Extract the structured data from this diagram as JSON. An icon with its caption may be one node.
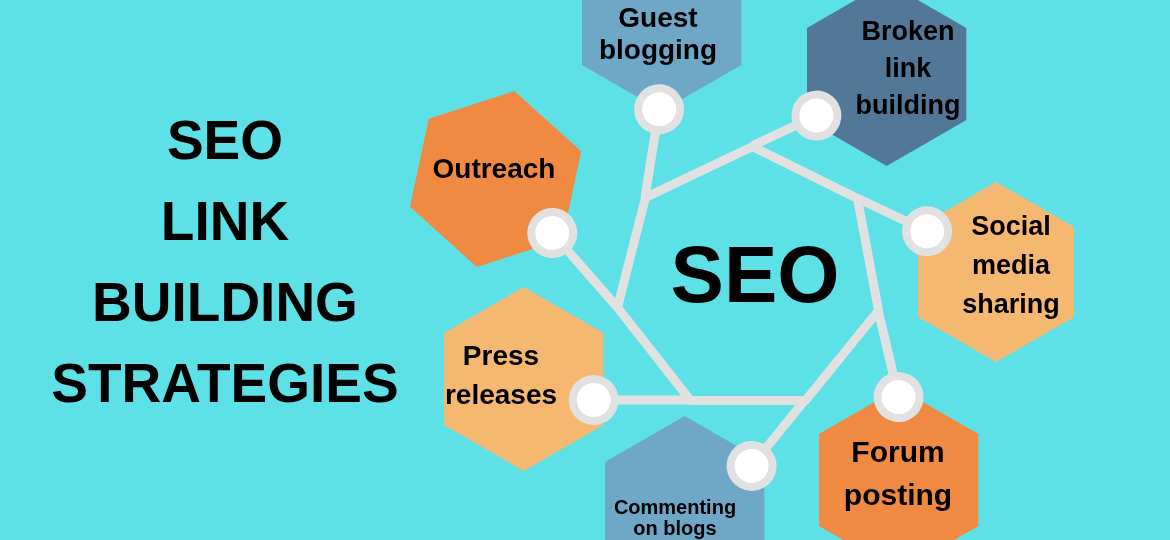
{
  "diagram": {
    "title": "SEO LINK BUILDING STRATEGIES",
    "nodes": [
      {
        "text": [
          "SEO"
        ]
      },
      {
        "text": [
          "Guest blogging"
        ]
      },
      {
        "text": [
          "Broken link building"
        ]
      },
      {
        "text": [
          "Social media sharing"
        ]
      },
      {
        "text": [
          "Forum posting"
        ]
      },
      {
        "text": [
          "Commenting on blogs"
        ]
      },
      {
        "text": [
          "Press releases"
        ]
      },
      {
        "text": [
          "Outreach"
        ]
      }
    ],
    "edges": [
      {
        "from": 0,
        "to": 1,
        "arrow": "other"
      },
      {
        "from": 0,
        "to": 2,
        "arrow": "other"
      },
      {
        "from": 0,
        "to": 3,
        "arrow": "other"
      },
      {
        "from": 0,
        "to": 4,
        "arrow": "other"
      },
      {
        "from": 0,
        "to": 5,
        "arrow": "other"
      },
      {
        "from": 0,
        "to": 6,
        "arrow": "other"
      },
      {
        "from": 0,
        "to": 7,
        "arrow": "other"
      }
    ]
  }
}
